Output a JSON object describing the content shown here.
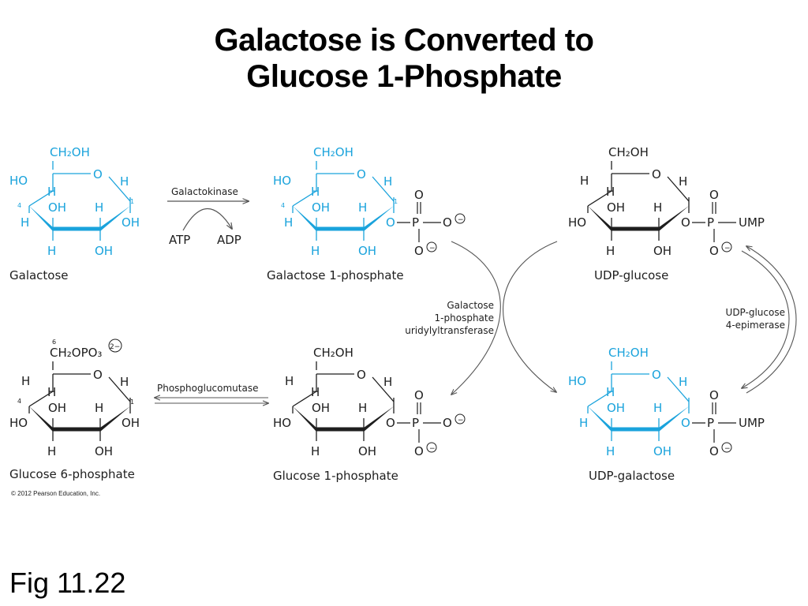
{
  "title": {
    "line1": "Galactose is Converted to",
    "line2": "Glucose 1-Phosphate"
  },
  "figure_label": "Fig 11.22",
  "copyright": "© 2012 Pearson Education, Inc.",
  "colors": {
    "galactose_blue": "#1aa3dc",
    "glucose_black": "#1e1e1e",
    "arrow_gray": "#555555"
  },
  "molecules": [
    {
      "id": "galactose",
      "name": "Galactose",
      "color": "blue"
    },
    {
      "id": "galactose-1-phosphate",
      "name": "Galactose 1-phosphate",
      "color": "blue"
    },
    {
      "id": "udp-glucose",
      "name": "UDP-glucose",
      "color": "black"
    },
    {
      "id": "glucose-6-phosphate",
      "name": "Glucose 6-phosphate",
      "color": "black"
    },
    {
      "id": "glucose-1-phosphate",
      "name": "Glucose 1-phosphate",
      "color": "black"
    },
    {
      "id": "udp-galactose",
      "name": "UDP-galactose",
      "color": "blue"
    }
  ],
  "enzymes": {
    "galactokinase": "Galactokinase",
    "cofactor_in": "ATP",
    "cofactor_out": "ADP",
    "phosphoglucomutase": "Phosphoglucomutase",
    "transferase_lines": [
      "Galactose",
      "1-phosphate",
      "uridylyltransferase"
    ],
    "epimerase_lines": [
      "UDP-glucose",
      "4-epimerase"
    ]
  },
  "groups": {
    "ch2oh": "CH₂OH",
    "ch2opo3": "CH₂OPO₃",
    "phosphate_charge": "2−",
    "ump": "UMP",
    "minus": "−"
  },
  "carbon_numbers": {
    "c1": "1",
    "c4": "4",
    "c6": "6"
  }
}
